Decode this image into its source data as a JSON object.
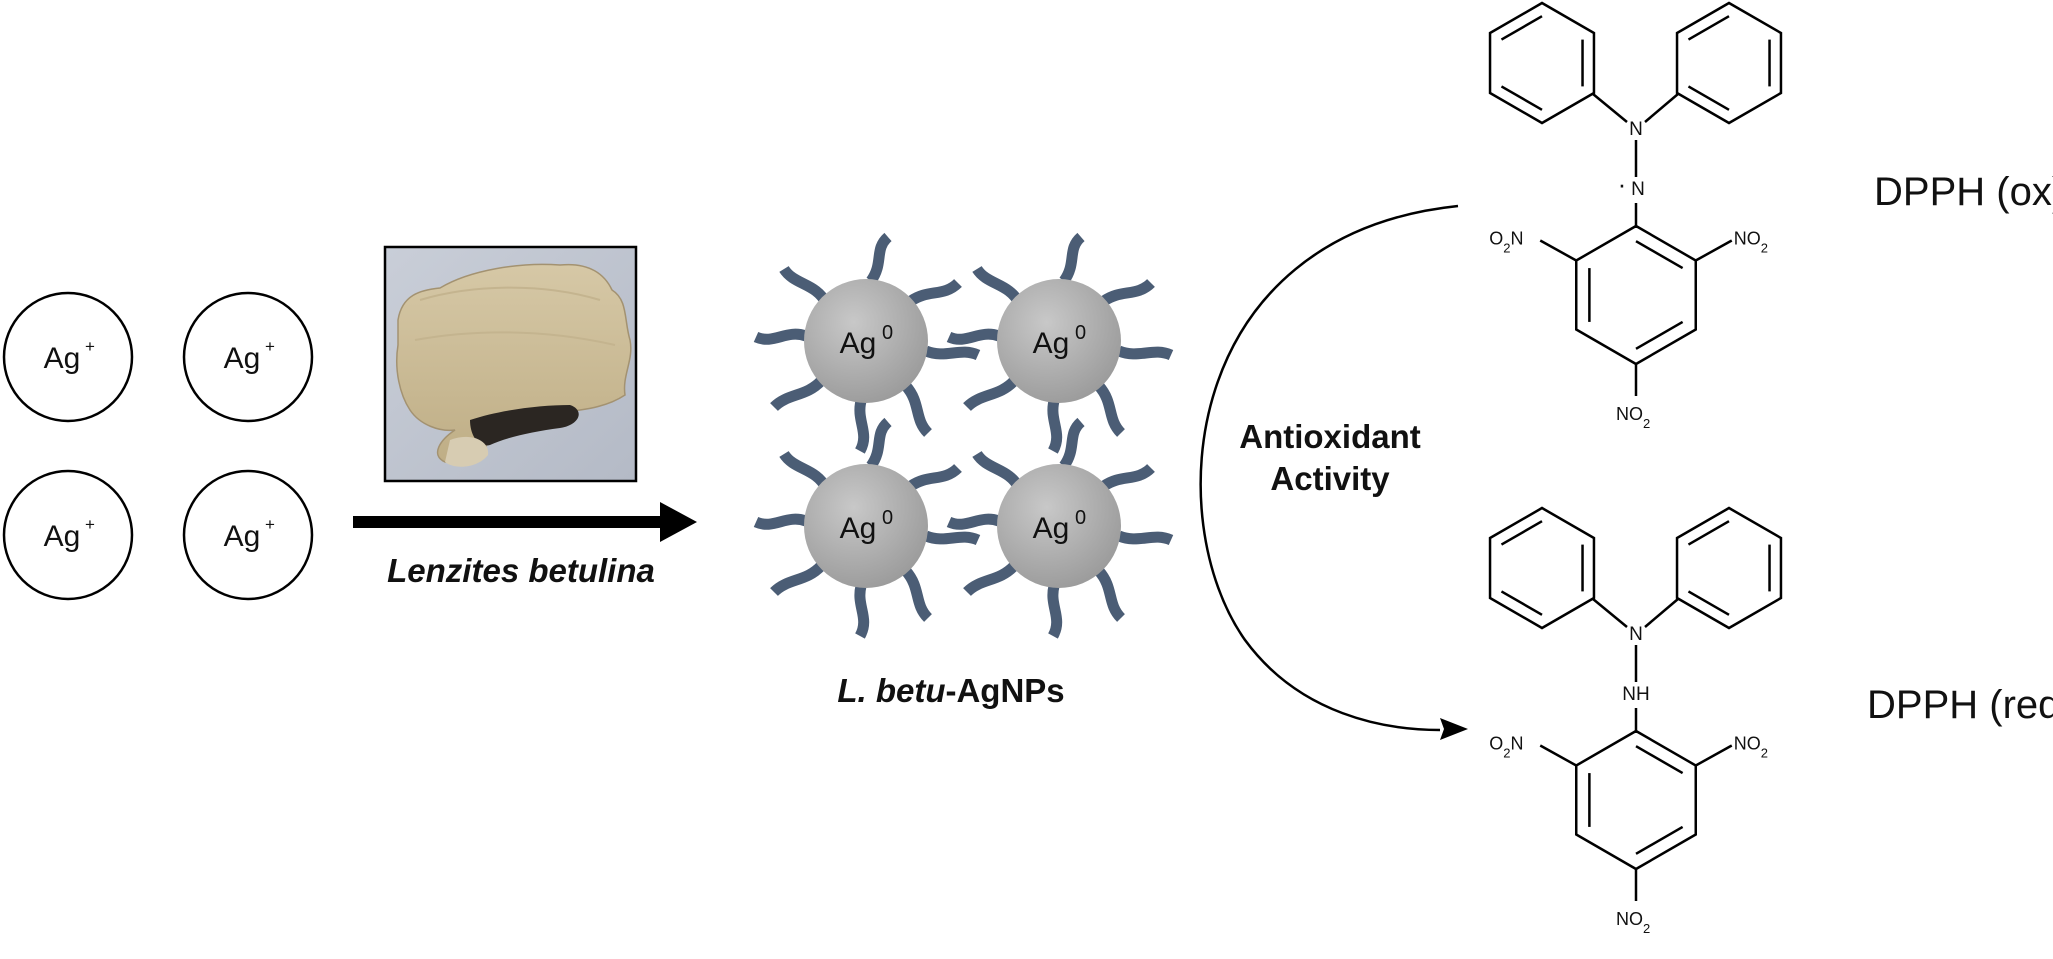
{
  "ions": {
    "label": "Ag",
    "charge": "+"
  },
  "reaction": {
    "reagent_label": "Lenzites betulina"
  },
  "nanoparticles": {
    "atom_label": "Ag",
    "oxidation_state": "0",
    "name_italic": "L. betu",
    "name_rest": "-AgNPs"
  },
  "activity": {
    "line1": "Antioxidant",
    "line2": "Activity"
  },
  "dpph_ox": {
    "label": "DPPH (ox)",
    "n_top": "N",
    "n_radical": "N",
    "radical_dot": "·"
  },
  "dpph_red": {
    "label": "DPPH (red)",
    "n_top": "N",
    "nh": "NH"
  },
  "nitro": {
    "left_o": "O",
    "left_sub": "2",
    "left_n": "N",
    "right_n": "NO",
    "right_sub": "2",
    "bottom_n": "NO",
    "bottom_sub": "2"
  },
  "colors": {
    "ligand": "#4b5d75",
    "particle": "#a9a9a9",
    "line": "#000000"
  },
  "icons": [
    "mushroom-photo",
    "reaction-arrow",
    "curved-arrow",
    "silver-ion",
    "silver-nanoparticle"
  ]
}
